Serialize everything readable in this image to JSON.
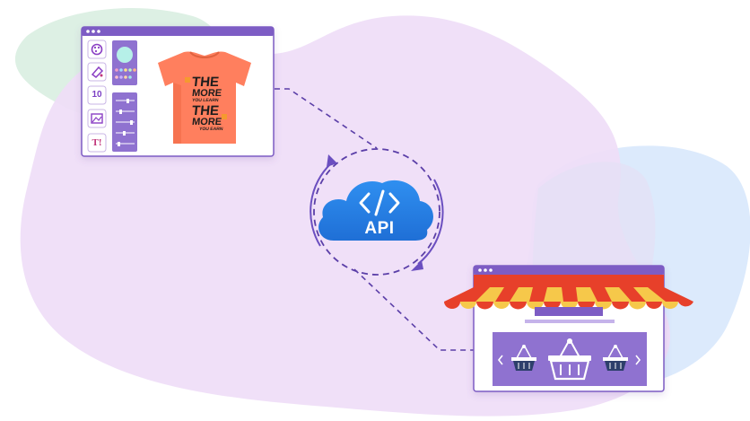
{
  "api_cloud": {
    "label": "API",
    "icon": "code-icon"
  },
  "designer_window": {
    "tool_icons": [
      "palette-icon",
      "paint-bucket-icon",
      "font-size-icon",
      "image-icon",
      "text-icon"
    ],
    "font_size_value": "10",
    "text_tool_glyph": "T!",
    "product": "t-shirt",
    "shirt_text": [
      "THE",
      "MORE",
      "YOU LEARN",
      "THE",
      "MORE",
      "YOU EARN"
    ],
    "shirt_color": "#ff7f5e"
  },
  "store_window": {
    "carousel_icons": [
      "chevron-left-icon",
      "basket-icon",
      "basket-icon",
      "basket-icon",
      "chevron-right-icon"
    ]
  },
  "colors": {
    "purple": "#7d5cc4",
    "light_purple": "#ecdcf6",
    "blob_blue": "#dcebfb",
    "blob_green": "#ddf0e4",
    "awning_red": "#e74a2f",
    "awning_yellow": "#f6c84a"
  }
}
